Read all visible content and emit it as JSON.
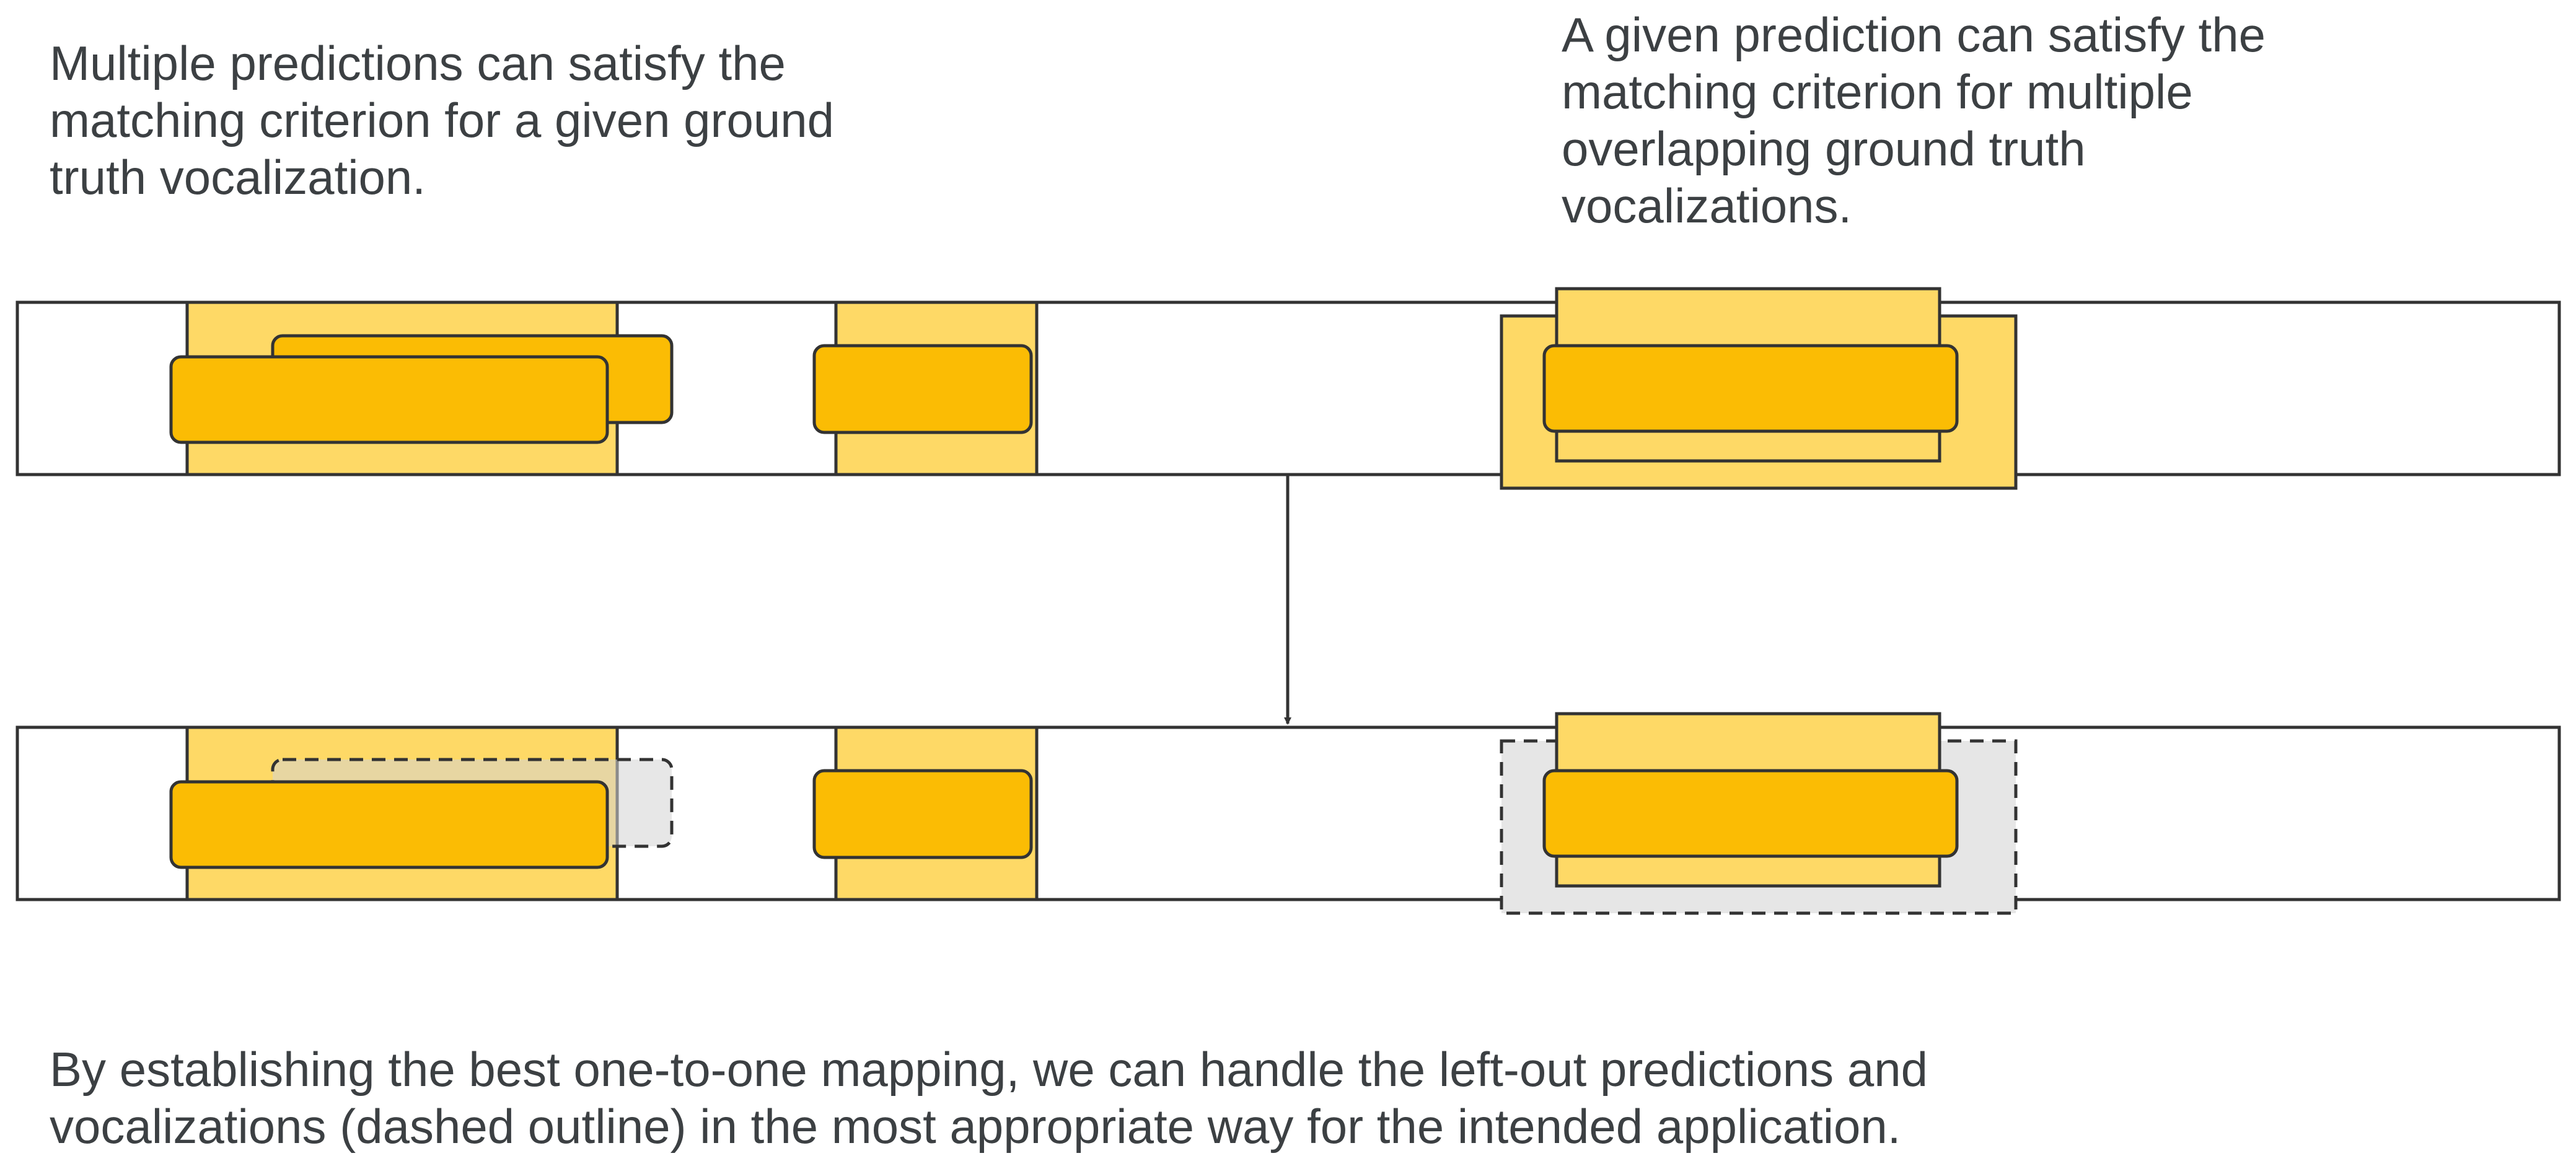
{
  "captions": {
    "left": "Multiple predictions can satisfy the\nmatching criterion for a given ground\ntruth vocalization.",
    "right": "A given prediction can satisfy the\nmatching criterion for multiple\noverlapping ground truth\nvocalizations.",
    "bottom": "By establishing the best one-to-one mapping, we can handle the left-out predictions and\nvocalizations (dashed outline) in the most appropriate way for the intended application."
  },
  "colors": {
    "ground_truth": "#fed966",
    "prediction": "#fbbc04",
    "left_out": "#e6e6e6",
    "stroke": "#333333",
    "text": "#3c4043"
  }
}
